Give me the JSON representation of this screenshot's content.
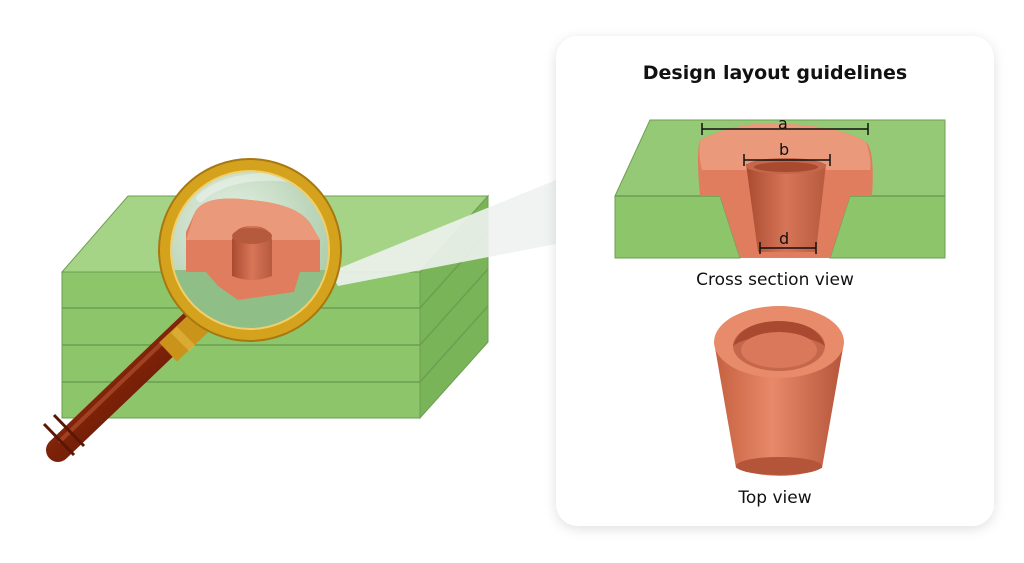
{
  "panel": {
    "title": "Design layout guidelines",
    "cross_section_caption": "Cross section view",
    "top_view_caption": "Top view"
  },
  "dimensions": {
    "a": "a",
    "b": "b",
    "d": "d"
  },
  "colors": {
    "pcb_green": "#8cc56a",
    "pcb_green_dark": "#6faa4e",
    "copper": "#e07d5f",
    "copper_dark": "#b85a40",
    "magnifier_gold": "#d4a21c",
    "handle_brown": "#8a2a10"
  }
}
